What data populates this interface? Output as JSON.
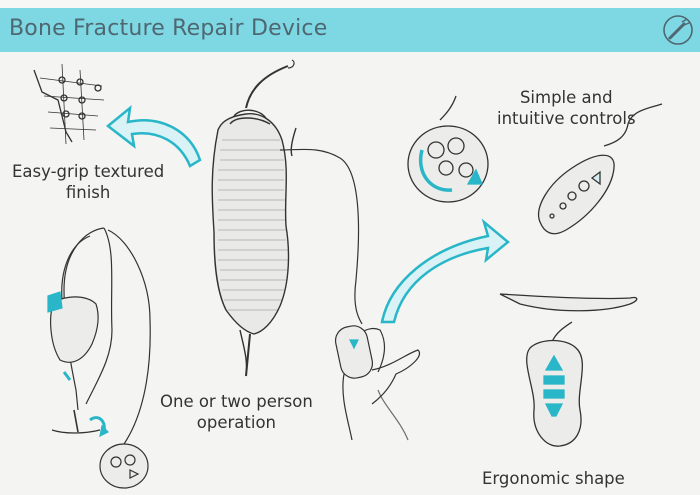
{
  "header": {
    "title": "Bone Fracture Repair Device",
    "icon": "device-logo-icon",
    "bar_color": "#7ed8e4"
  },
  "labels": {
    "grip_line1": "Easy-grip textured",
    "grip_line2": "finish",
    "controls_line1": "Simple and",
    "controls_line2": "intuitive controls",
    "operation_line1": "One or two person",
    "operation_line2": "operation",
    "ergonomic": "Ergonomic shape"
  },
  "accent_color": "#29b6c8"
}
